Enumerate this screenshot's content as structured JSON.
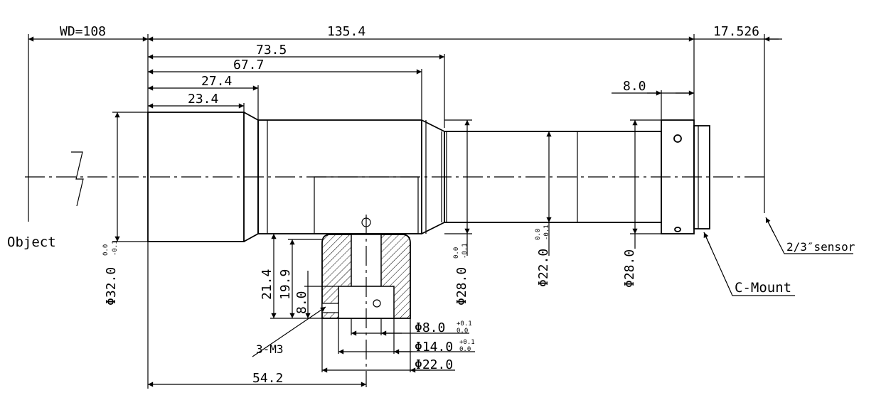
{
  "dimensions": {
    "wd": "WD=108",
    "total_length": "135.4",
    "sensor_distance": "17.526",
    "len_73_5": "73.5",
    "len_67_7": "67.7",
    "len_27_4": "27.4",
    "len_23_4": "23.4",
    "len_8_0": "8.0",
    "h_21_4": "21.4",
    "h_19_9": "19.9",
    "h_8_0": "8.0",
    "len_54_2": "54.2"
  },
  "diameters": {
    "d32": {
      "label": "Φ32.0",
      "tol_upper": "0.0",
      "tol_lower": "-0.1"
    },
    "d28a": {
      "label": "Φ28.0",
      "tol_upper": "0.0",
      "tol_lower": "-0.1"
    },
    "d22": {
      "label": "Φ22.0",
      "tol_upper": "0.0",
      "tol_lower": "-0.1"
    },
    "d28b": {
      "label": "Φ28.0"
    },
    "d8": {
      "label": "Φ8.0",
      "tol_upper": "+0.1",
      "tol_lower": "0.0"
    },
    "d14": {
      "label": "Φ14.0",
      "tol_upper": "+0.1",
      "tol_lower": "0.0"
    },
    "d22b": {
      "label": "Φ22.0"
    }
  },
  "labels": {
    "object": "Object",
    "sensor": "2/3″sensor",
    "mount": "C-Mount",
    "thread": "3-M3"
  }
}
